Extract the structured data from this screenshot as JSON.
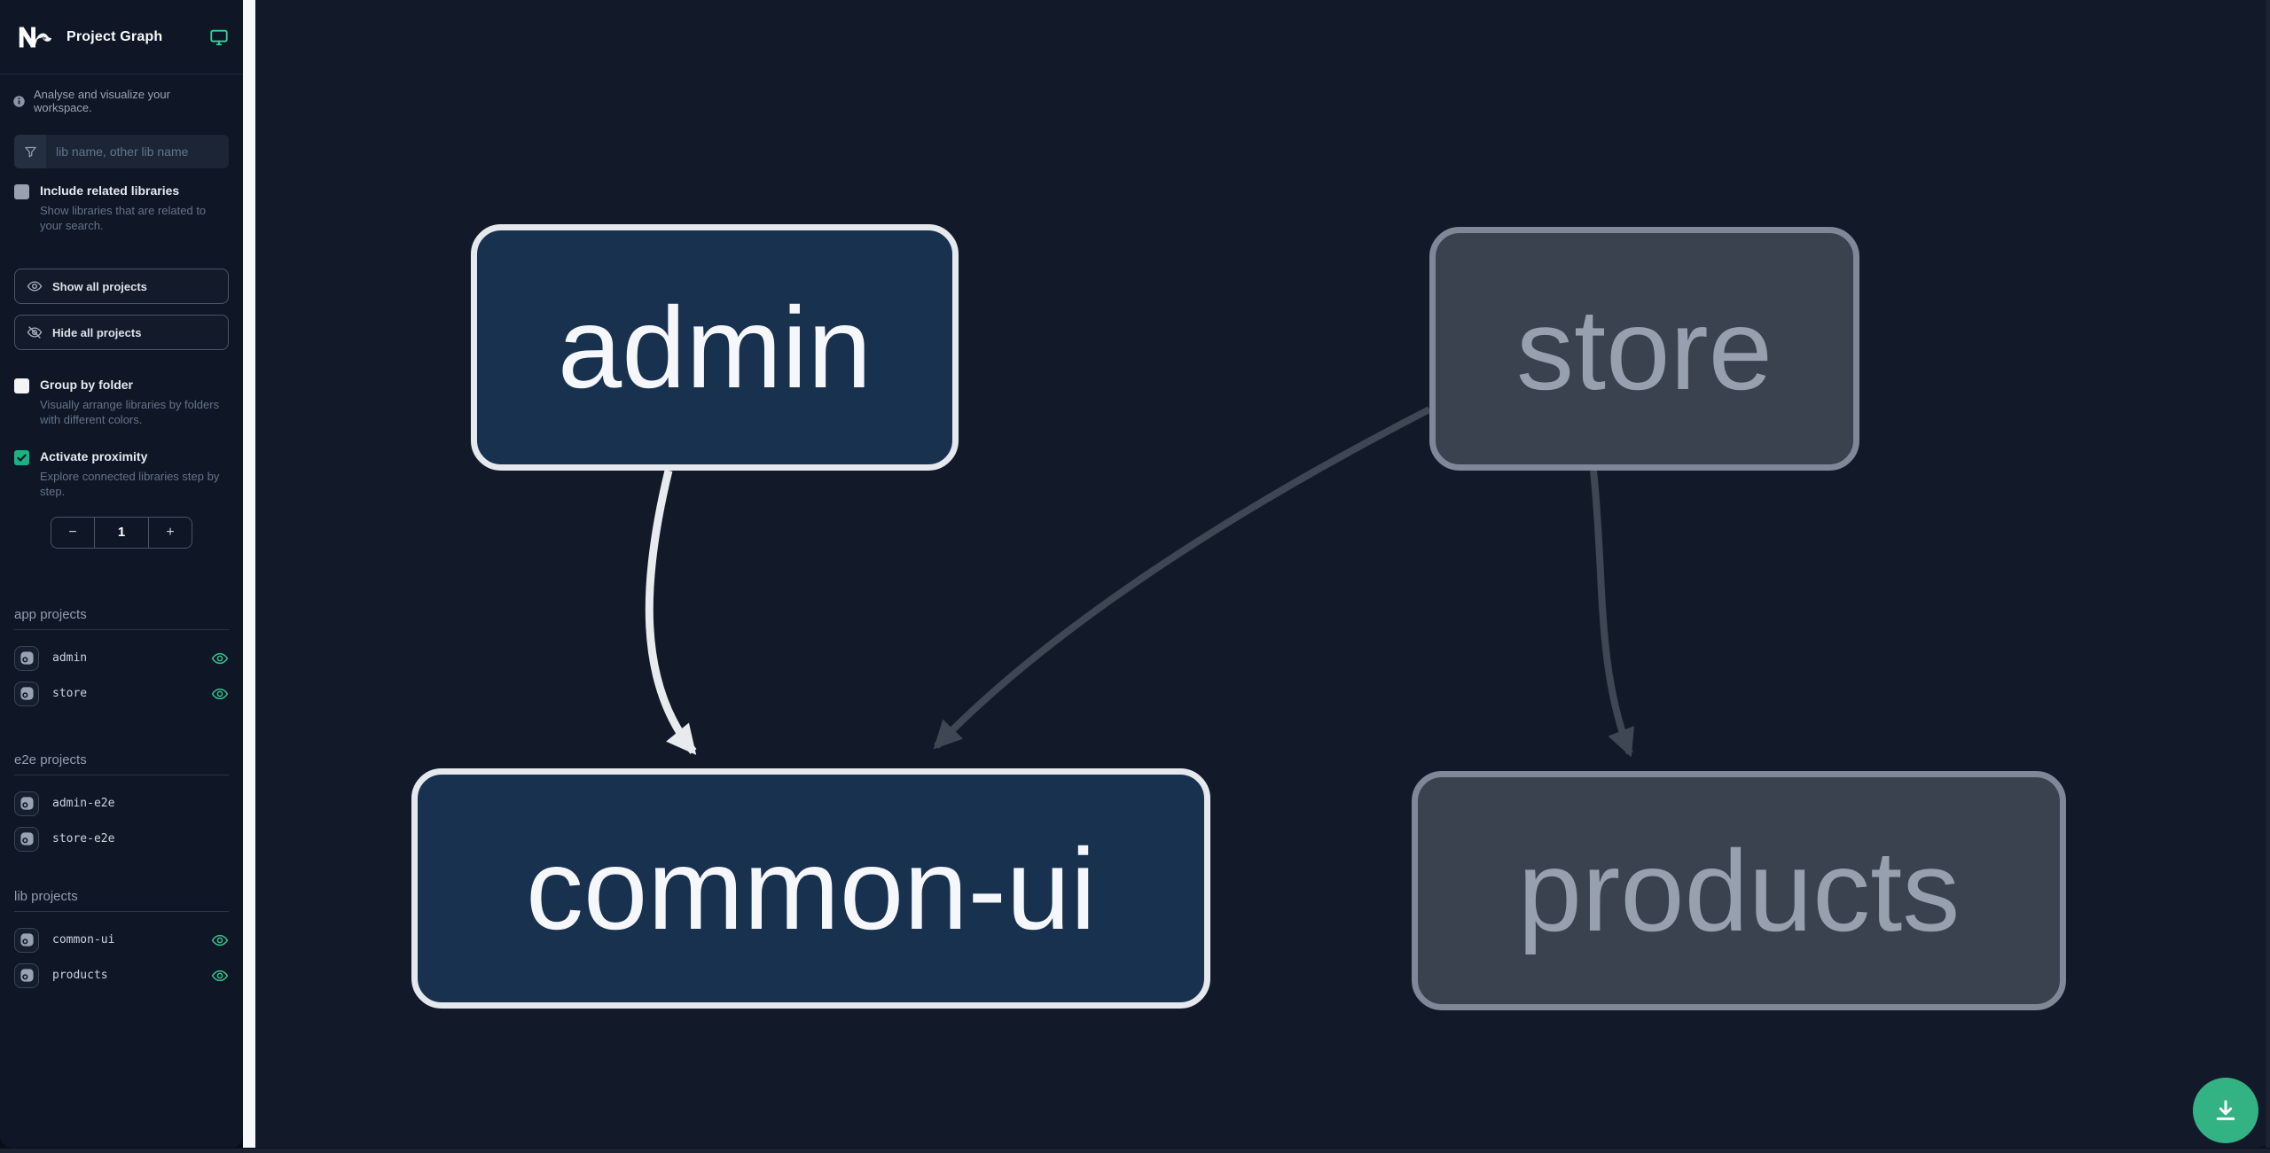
{
  "header": {
    "title": "Project Graph",
    "logo_icon": "nx-logo",
    "theme_icon": "monitor-icon"
  },
  "sidebar": {
    "tagline": "Analyse and visualize your workspace.",
    "search": {
      "placeholder": "lib name, other lib name",
      "value": "",
      "icon": "funnel-icon"
    },
    "toggles": [
      {
        "label": "Include related libraries",
        "description": "Show libraries that are related to your search.",
        "checked": false
      },
      {
        "label": "Group by folder",
        "description": "Visually arrange libraries by folders with different colors.",
        "checked": false
      },
      {
        "label": "Activate proximity",
        "description": "Explore connected libraries step by step.",
        "checked": true
      }
    ],
    "buttons": {
      "show_all": "Show all projects",
      "hide_all": "Hide all projects"
    },
    "stepper": {
      "decrement": "−",
      "value": "1",
      "increment": "+"
    },
    "sections": [
      {
        "title": "app projects",
        "items": [
          {
            "name": "admin",
            "eye_visible": true
          },
          {
            "name": "store",
            "eye_visible": true
          }
        ]
      },
      {
        "title": "e2e projects",
        "items": [
          {
            "name": "admin-e2e",
            "eye_visible": false
          },
          {
            "name": "store-e2e",
            "eye_visible": false
          }
        ]
      },
      {
        "title": "lib projects",
        "items": [
          {
            "name": "common-ui",
            "eye_visible": true
          },
          {
            "name": "products",
            "eye_visible": true
          }
        ]
      }
    ]
  },
  "graph": {
    "nodes": [
      {
        "label": "admin",
        "state": "focused"
      },
      {
        "label": "store",
        "state": "dimmed"
      },
      {
        "label": "common-ui",
        "state": "focused"
      },
      {
        "label": "products",
        "state": "dimmed"
      }
    ],
    "edges": [
      {
        "from": "admin",
        "to": "common-ui",
        "state": "highlighted"
      },
      {
        "from": "store",
        "to": "common-ui",
        "state": "dimmed"
      },
      {
        "from": "store",
        "to": "products",
        "state": "dimmed"
      }
    ]
  },
  "fab": {
    "icon": "download-icon"
  },
  "colors": {
    "sidebar_bg": "#0f1625",
    "canvas_bg": "#121a29",
    "accent_green": "#34d39b",
    "fab_green": "#33b384",
    "eye_green": "#35c28e",
    "checkbox_green": "#19b381",
    "node_focused_bg": "#18314e",
    "node_focused_border": "#e5e9ee",
    "node_dimmed_bg": "#3a4250",
    "node_dimmed_border": "#7f8899",
    "edge_highlighted": "#e8ebee",
    "edge_dimmed": "#3f4755",
    "divider": "#f7f8f9"
  }
}
